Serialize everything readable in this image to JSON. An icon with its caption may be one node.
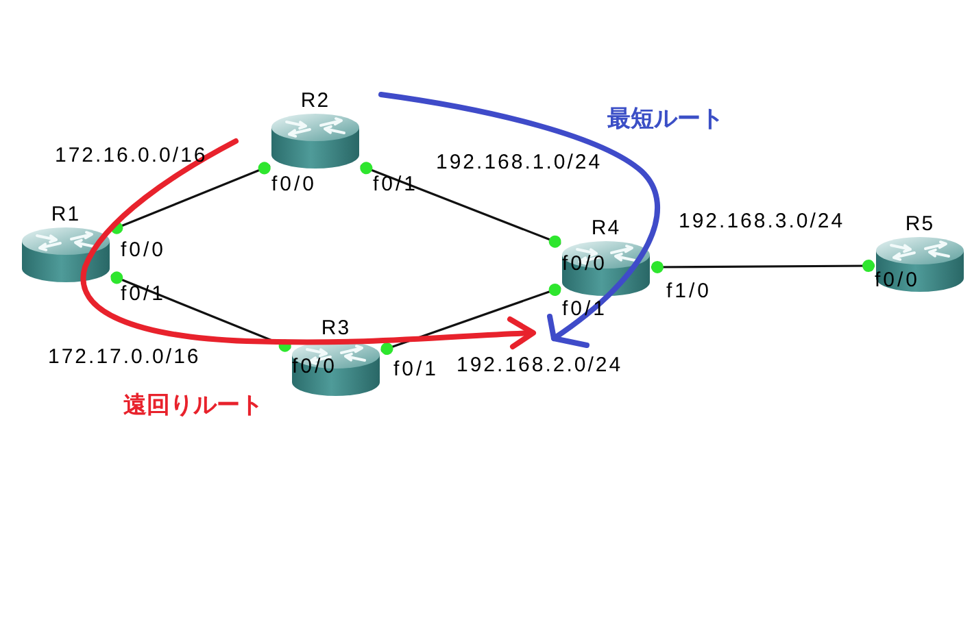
{
  "diagram": {
    "nodes": [
      {
        "text": [
          "R1"
        ],
        "beside": [
          "f0/0",
          "f0/1"
        ]
      },
      {
        "text": [
          "R2"
        ],
        "beside": [
          "f0/0",
          "f0/1"
        ]
      },
      {
        "text": [
          "R3",
          "f0/0"
        ],
        "beside": [
          "f0/1"
        ]
      },
      {
        "text": [
          "R4",
          "f0/0"
        ],
        "beside": [
          "f0/1",
          "f1/0"
        ]
      },
      {
        "text": [
          "R5",
          "f0/0"
        ]
      }
    ],
    "edges": [
      {
        "from": 0,
        "to": 1,
        "arrow": "other",
        "label": "172.16.0.0/16"
      },
      {
        "from": 0,
        "to": 2,
        "arrow": "other",
        "label": "172.17.0.0/16"
      },
      {
        "from": 1,
        "to": 3,
        "arrow": "other",
        "label": "192.168.1.0/24"
      },
      {
        "from": 2,
        "to": 3,
        "arrow": "other",
        "label": "192.168.2.0/24"
      },
      {
        "from": 3,
        "to": 4,
        "arrow": "other",
        "label": "192.168.3.0/24"
      }
    ],
    "labels": [
      "最短ルート",
      "遠回りルート"
    ]
  }
}
